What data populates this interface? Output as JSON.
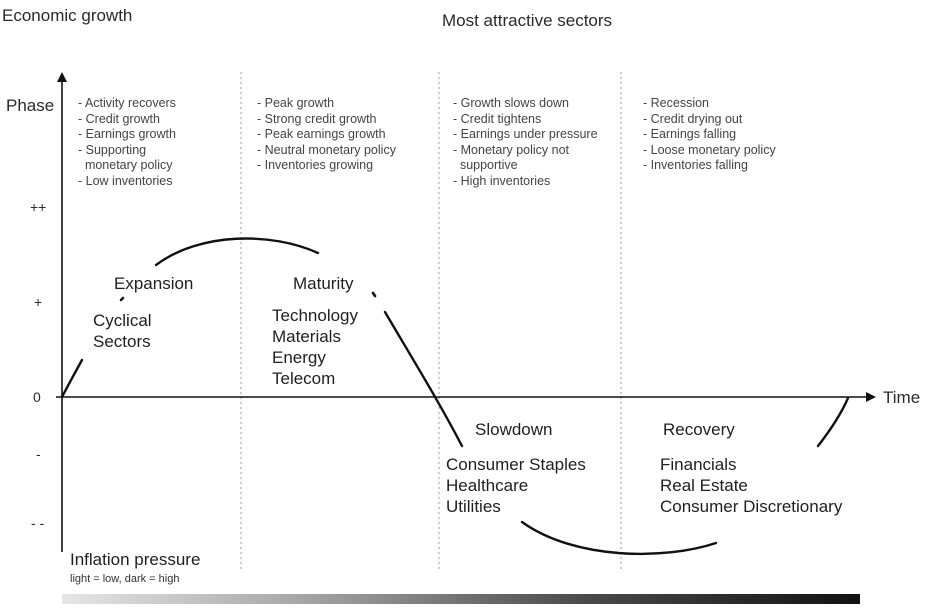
{
  "header": {
    "y_title": "Economic growth",
    "column_title": "Most attractive sectors"
  },
  "axes": {
    "y_label": "Phase",
    "x_label": "Time",
    "ticks": [
      "++",
      "+",
      "0",
      "-",
      "- -"
    ]
  },
  "columns": [
    {
      "bullets": [
        "- Activity recovers",
        "- Credit growth",
        "- Earnings growth",
        "- Supporting",
        "  monetary policy",
        "- Low inventories"
      ],
      "phase": "Expansion",
      "sectors": [
        "Cyclical",
        "Sectors"
      ]
    },
    {
      "bullets": [
        "- Peak growth",
        "- Strong credit growth",
        "- Peak earnings growth",
        "- Neutral monetary policy",
        "- Inventories growing"
      ],
      "phase": "Maturity",
      "sectors": [
        "Technology",
        "Materials",
        "Energy",
        "Telecom"
      ]
    },
    {
      "bullets": [
        "- Growth slows down",
        "- Credit tightens",
        "- Earnings under pressure",
        "- Monetary policy not",
        "  supportive",
        "- High inventories"
      ],
      "phase": "Slowdown",
      "sectors": [
        "Consumer Staples",
        "Healthcare",
        "Utilities"
      ]
    },
    {
      "bullets": [
        "- Recession",
        "- Credit drying out",
        "- Earnings falling",
        "- Loose monetary policy",
        "- Inventories falling"
      ],
      "phase": "Recovery",
      "sectors": [
        "Financials",
        "Real Estate",
        "Consumer Discretionary"
      ]
    }
  ],
  "legend": {
    "title": "Inflation pressure",
    "note": "light = low, dark = high"
  }
}
